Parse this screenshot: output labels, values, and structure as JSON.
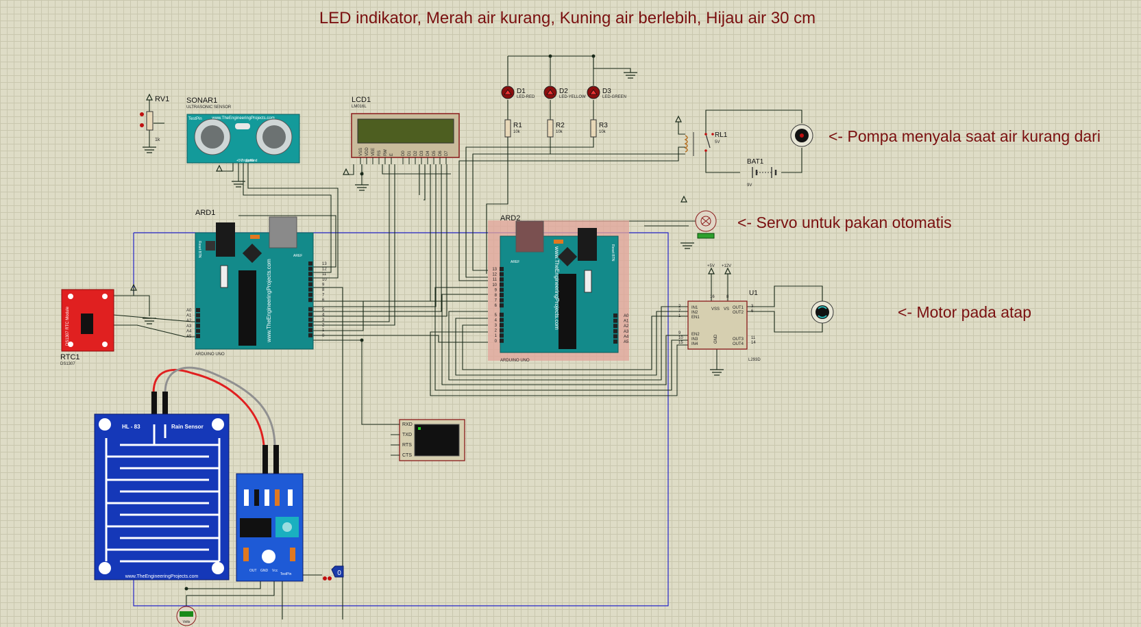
{
  "annotations": {
    "title": "LED indikator, Merah air kurang, Kuning air berlebih, Hijau air 30 cm",
    "pump": "<- Pompa menyala saat air kurang dari",
    "servo": "<- Servo untuk pakan otomatis",
    "motor": "<- Motor pada atap"
  },
  "components": {
    "rv1": {
      "ref": "RV1",
      "value": "1k"
    },
    "sonar": {
      "ref": "SONAR1",
      "type": "ULTRASONIC SENSOR",
      "brand": "www.TheEngineeringProjects.com",
      "pin_label": "TestPin",
      "pins": [
        "+5V",
        "Trigger",
        "Echo",
        "Gnd"
      ]
    },
    "lcd": {
      "ref": "LCD1",
      "type": "LM016L",
      "pins": [
        "VSS",
        "VDD",
        "VEE",
        "RS",
        "RW",
        "E",
        "D0",
        "D1",
        "D2",
        "D3",
        "D4",
        "D5",
        "D6",
        "D7"
      ]
    },
    "d1": {
      "ref": "D1",
      "type": "LED-RED"
    },
    "d2": {
      "ref": "D2",
      "type": "LED-YELLOW"
    },
    "d3": {
      "ref": "D3",
      "type": "LED-GREEN"
    },
    "r1": {
      "ref": "R1",
      "value": "10k"
    },
    "r2": {
      "ref": "R2",
      "value": "10k"
    },
    "r3": {
      "ref": "R3",
      "value": "10k"
    },
    "rl1": {
      "ref": "RL1",
      "value": "5V"
    },
    "bat1": {
      "ref": "BAT1",
      "value": "9V"
    },
    "ard1": {
      "ref": "ARD1",
      "type": "ARDUINO UNO",
      "brand": "www.TheEngineeringProjects.com",
      "reset": "Reset BTN",
      "aref": "AREF",
      "digital": [
        "13",
        "12",
        "11",
        "10",
        "9",
        "8",
        "7",
        "6",
        "5",
        "4",
        "3",
        "2",
        "1",
        "0"
      ],
      "analog": [
        "A0",
        "A1",
        "A2",
        "A3",
        "A4",
        "A5"
      ]
    },
    "ard2": {
      "ref": "ARD2",
      "type": "ARDUINO UNO",
      "brand": "www.TheEngineeringProjects.com",
      "reset": "Reset BTN",
      "aref": "AREF",
      "digital": [
        "13",
        "12",
        "11",
        "10",
        "9",
        "8",
        "7",
        "6",
        "5",
        "4",
        "3",
        "2",
        "1",
        "0"
      ],
      "analog": [
        "A0",
        "A1",
        "A2",
        "A3",
        "A4",
        "A5"
      ]
    },
    "rtc": {
      "ref": "RTC1",
      "type": "DS1307",
      "module": "DS1307 RTC Module"
    },
    "u1": {
      "ref": "U1",
      "type": "L293D",
      "supply1": "+5V",
      "supply2": "+12V",
      "left_pins": [
        "IN1",
        "IN2",
        "EN1",
        "EN2",
        "IN3",
        "IN4"
      ],
      "left_nums": [
        "2",
        "7",
        "1",
        "9",
        "10",
        "15"
      ],
      "right_pins": [
        "OUT1",
        "OUT2",
        "OUT3",
        "OUT4"
      ],
      "right_nums": [
        "3",
        "6",
        "11",
        "14"
      ],
      "top_pins": [
        "VSS",
        "VS"
      ],
      "top_nums": [
        "16",
        "8"
      ],
      "gnd": "GND"
    },
    "terminal": {
      "pins": [
        "RXD",
        "TXD",
        "RTS",
        "CTS"
      ]
    },
    "rain_sensor": {
      "model": "HL - 83",
      "name": "Rain Sensor",
      "brand": "www.TheEngineeringProjects.com"
    },
    "rain_module": {
      "pins": [
        "OUT",
        "GND",
        "Vcc"
      ],
      "test_pin": "TestPin"
    },
    "probe": {
      "value": "0"
    },
    "voltmeter": {
      "label": "Volts"
    }
  },
  "colors": {
    "background": "#dedcc6",
    "grid": "#c9c7ae",
    "annotation": "#7a1010",
    "arduino": "#138a8a",
    "rtc": "#e02020",
    "rain": "#1538b8",
    "wire": "#1a2a1a",
    "blue_wire": "#2424c8"
  }
}
